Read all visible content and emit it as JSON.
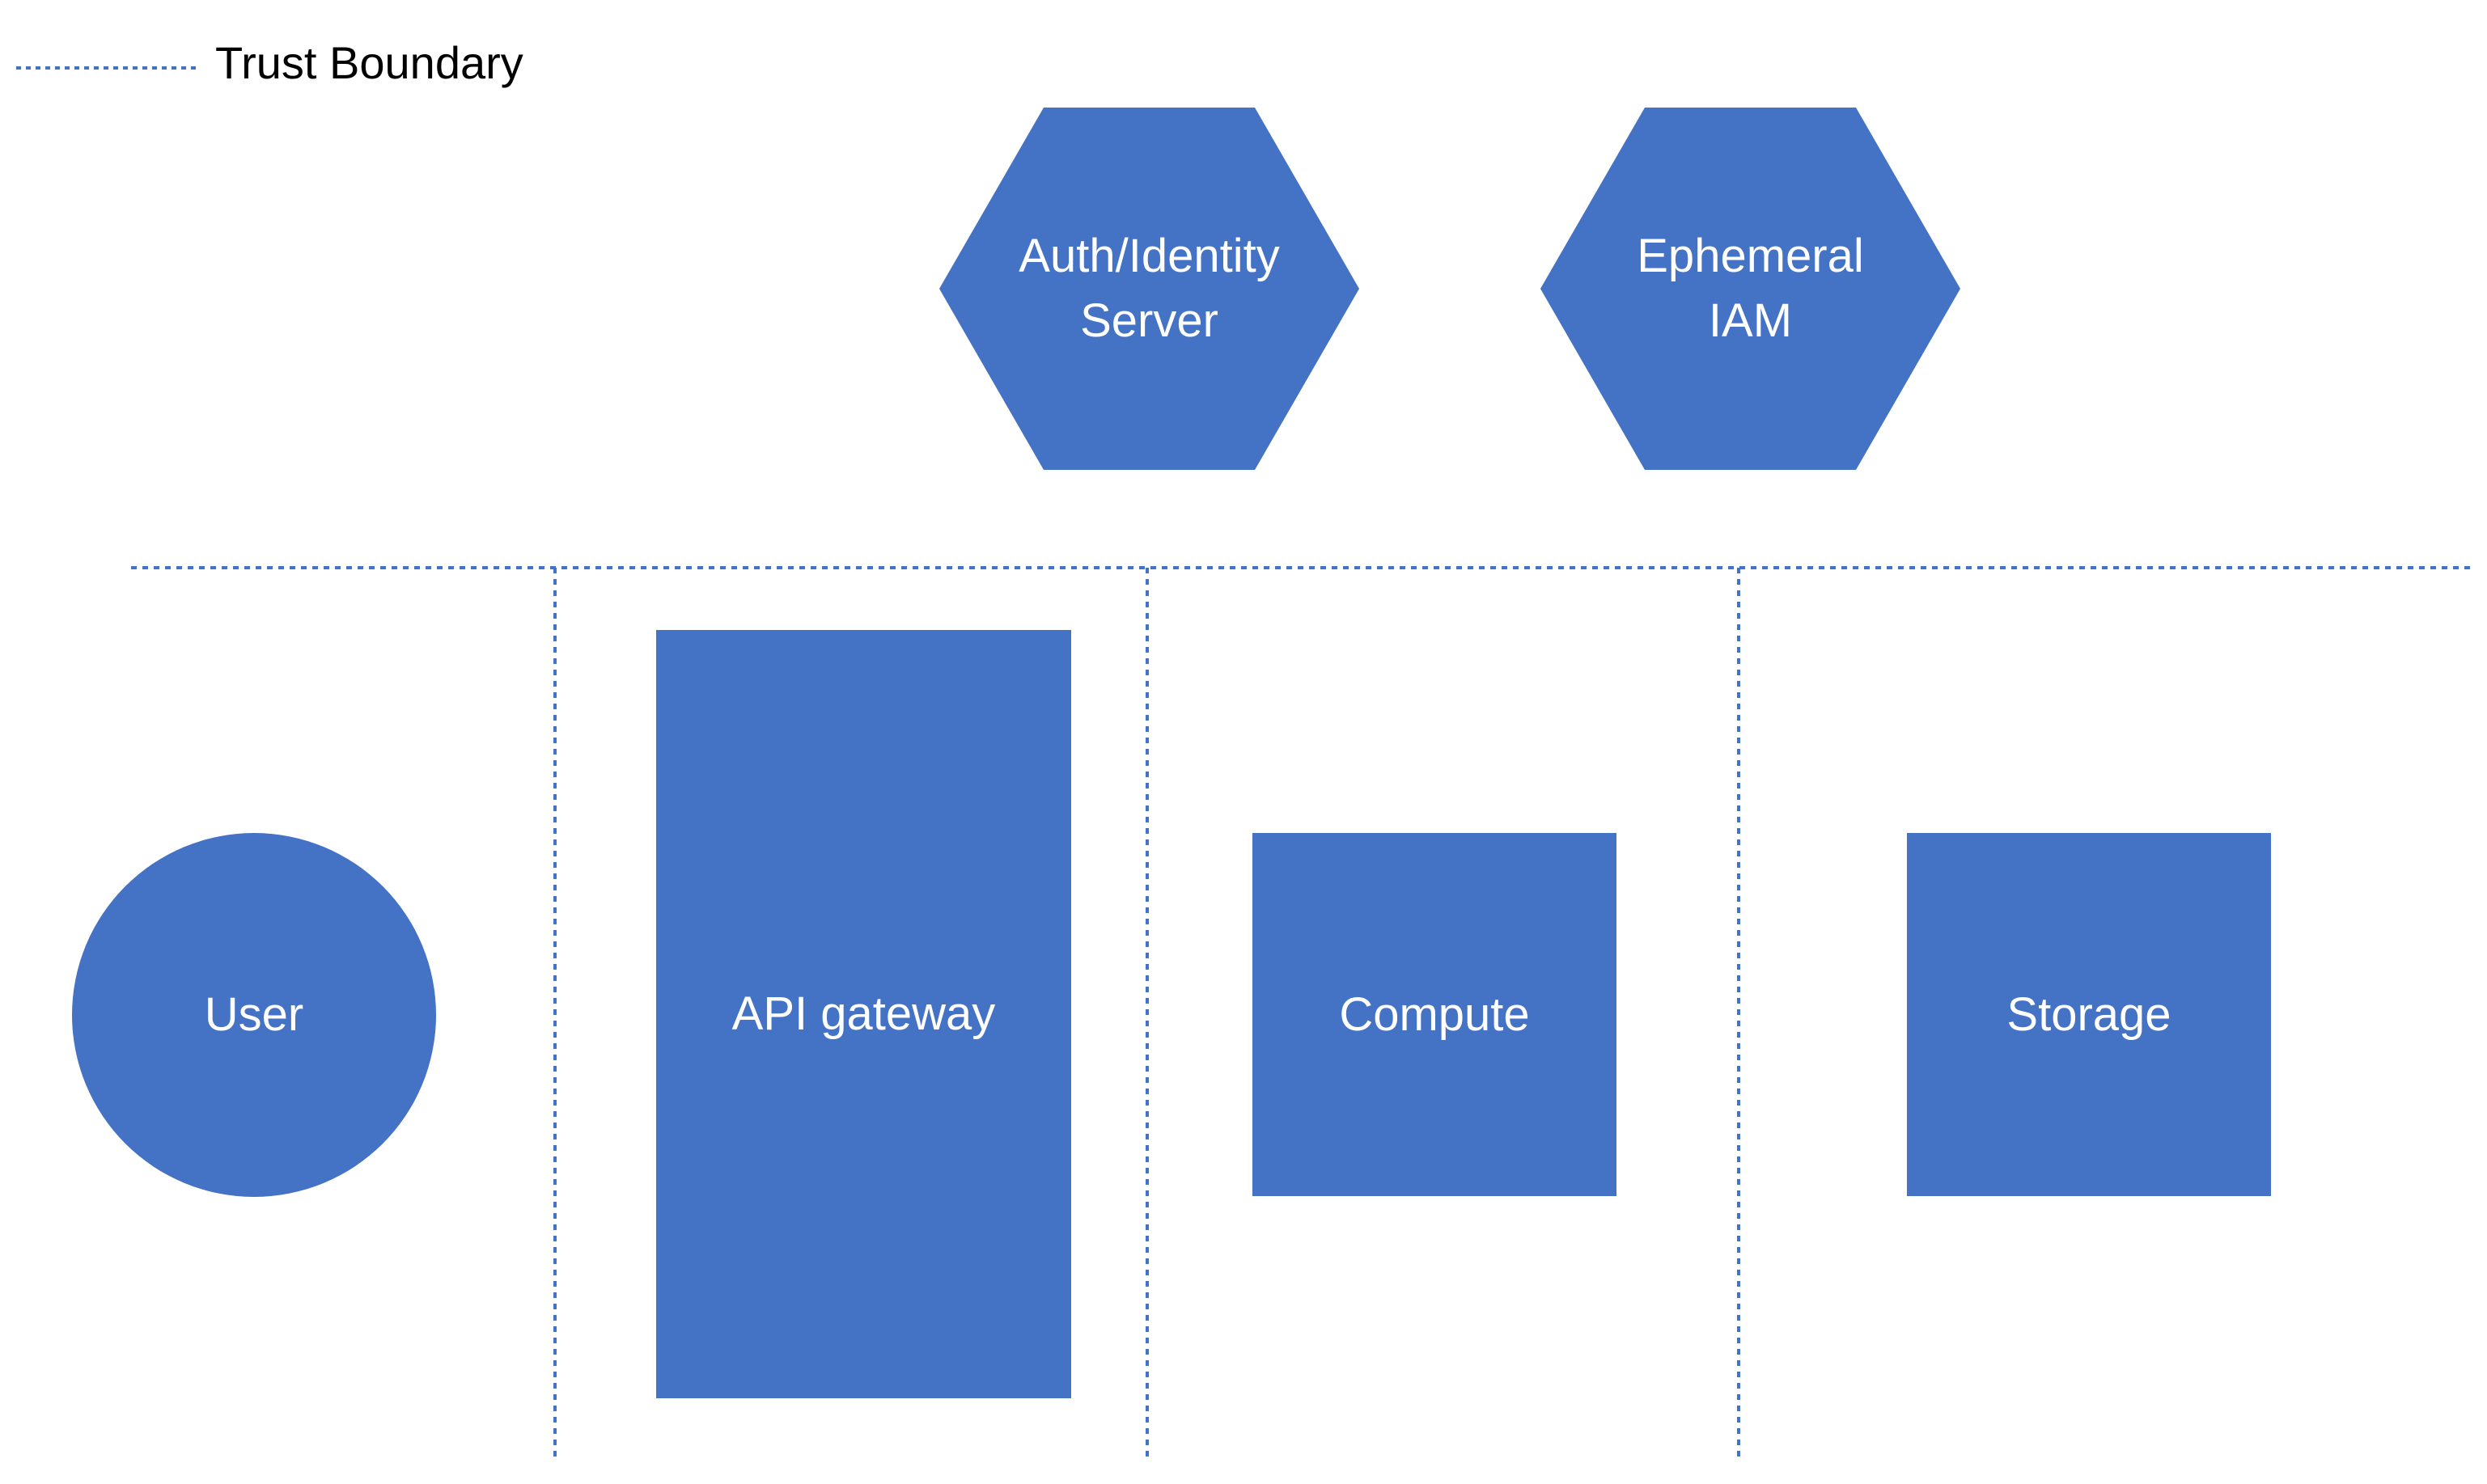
{
  "legend": {
    "trust_boundary_label": "Trust Boundary"
  },
  "nodes": {
    "auth_server": {
      "line1": "Auth/Identity",
      "line2": "Server"
    },
    "ephemeral_iam": {
      "line1": "Ephemeral",
      "line2": "IAM"
    },
    "user": {
      "label": "User"
    },
    "api_gateway": {
      "label": "API gateway"
    },
    "compute": {
      "label": "Compute"
    },
    "storage": {
      "label": "Storage"
    }
  },
  "colors": {
    "node_fill": "#4472C4",
    "boundary_line": "#4472C4",
    "label_text": "#FFFFFF",
    "legend_text": "#000000"
  }
}
